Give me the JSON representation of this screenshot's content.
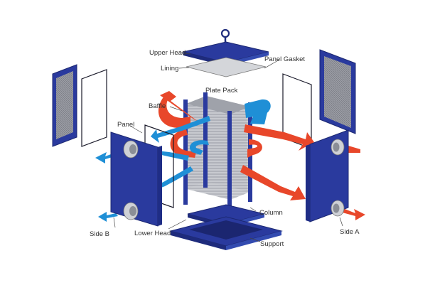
{
  "labels": {
    "upper_head": "Upper Head",
    "lining": "Lining",
    "panel_gasket": "Panel Gasket",
    "plate_pack": "Plate Pack",
    "baffle": "Baffle",
    "panel": "Panel",
    "column": "Column",
    "side_b": "Side B",
    "lower_head": "Lower Head",
    "support": "Support",
    "side_a": "Side A"
  },
  "colors": {
    "frame_blue": "#2a3a9e",
    "flow_hot": "#e8472a",
    "flow_cold": "#1f8fd6",
    "plates": "#b9bcc4"
  }
}
